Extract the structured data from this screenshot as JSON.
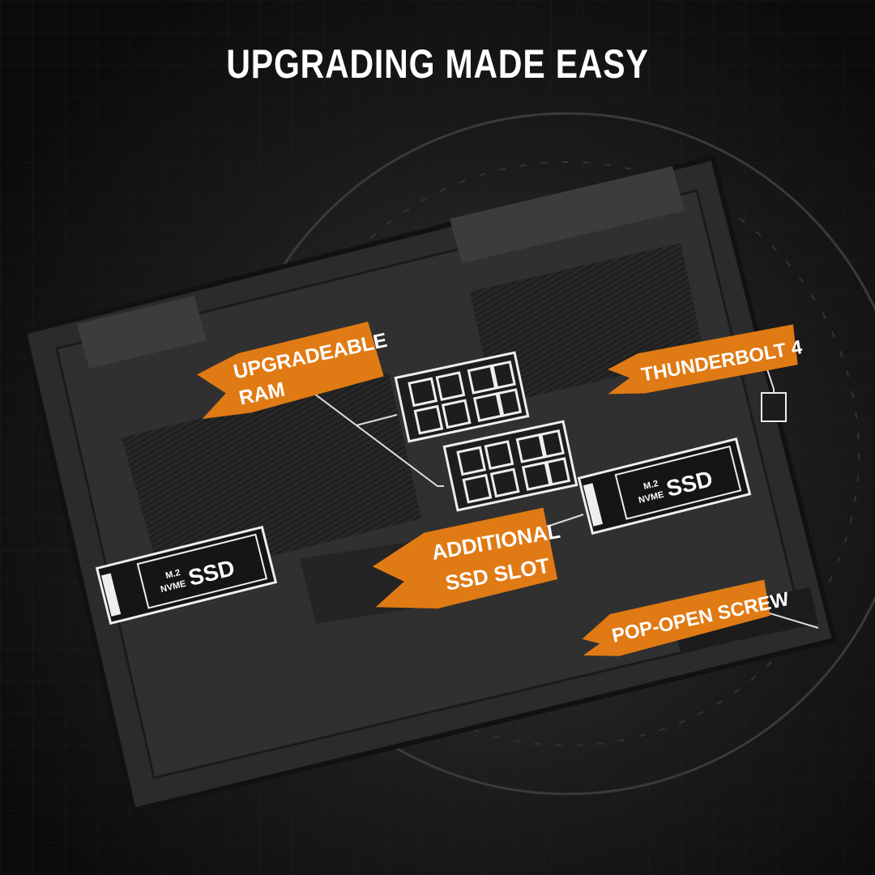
{
  "headline": "UPGRADING MADE EASY",
  "callouts": {
    "ram": [
      "UPGRADEABLE",
      "RAM"
    ],
    "thunderbolt": "THUNDERBOLT 4",
    "ssd_slot": [
      "ADDITIONAL",
      "SSD SLOT"
    ],
    "screw": "POP-OPEN SCREW"
  },
  "ssd_cards": [
    {
      "form": "M.2",
      "interface": "NVME",
      "type": "SSD"
    },
    {
      "form": "M.2",
      "interface": "NVME",
      "type": "SSD"
    }
  ],
  "colors": {
    "accent": "#e07a14",
    "body": "#2a2a2a"
  }
}
